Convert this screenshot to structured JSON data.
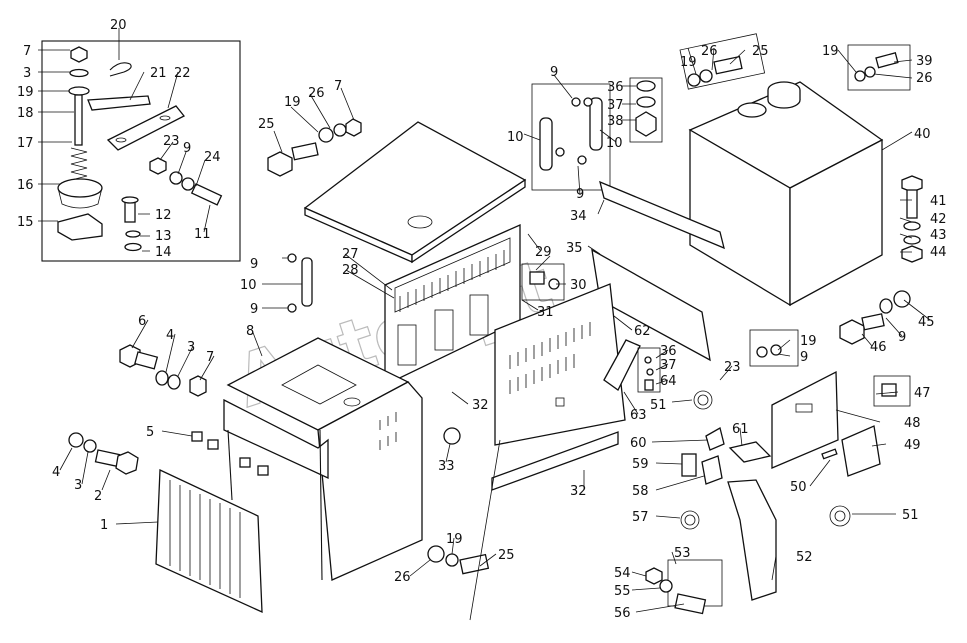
{
  "watermark": "Autoopt",
  "callouts": [
    {
      "id": "c7a",
      "text": "7"
    },
    {
      "id": "c3a",
      "text": "3"
    },
    {
      "id": "c19a",
      "text": "19"
    },
    {
      "id": "c18",
      "text": "18"
    },
    {
      "id": "c17",
      "text": "17"
    },
    {
      "id": "c16",
      "text": "16"
    },
    {
      "id": "c15",
      "text": "15"
    },
    {
      "id": "c20",
      "text": "20"
    },
    {
      "id": "c21",
      "text": "21"
    },
    {
      "id": "c22",
      "text": "22"
    },
    {
      "id": "c23a",
      "text": "23"
    },
    {
      "id": "c9a",
      "text": "9"
    },
    {
      "id": "c24",
      "text": "24"
    },
    {
      "id": "c11",
      "text": "11"
    },
    {
      "id": "c12",
      "text": "12"
    },
    {
      "id": "c13",
      "text": "13"
    },
    {
      "id": "c14",
      "text": "14"
    },
    {
      "id": "c25a",
      "text": "25"
    },
    {
      "id": "c19b",
      "text": "19"
    },
    {
      "id": "c26a",
      "text": "26"
    },
    {
      "id": "c7b",
      "text": "7"
    },
    {
      "id": "c9b",
      "text": "9"
    },
    {
      "id": "c10a",
      "text": "10"
    },
    {
      "id": "c9c",
      "text": "9"
    },
    {
      "id": "c27",
      "text": "27"
    },
    {
      "id": "c28",
      "text": "28"
    },
    {
      "id": "c9d",
      "text": "9"
    },
    {
      "id": "c10b",
      "text": "10"
    },
    {
      "id": "c10c",
      "text": "10"
    },
    {
      "id": "c9e",
      "text": "9"
    },
    {
      "id": "c36a",
      "text": "36"
    },
    {
      "id": "c37a",
      "text": "37"
    },
    {
      "id": "c38",
      "text": "38"
    },
    {
      "id": "c19c",
      "text": "19"
    },
    {
      "id": "c26b",
      "text": "26"
    },
    {
      "id": "c25b",
      "text": "25"
    },
    {
      "id": "c19d",
      "text": "19"
    },
    {
      "id": "c39",
      "text": "39"
    },
    {
      "id": "c26c",
      "text": "26"
    },
    {
      "id": "c40",
      "text": "40"
    },
    {
      "id": "c34",
      "text": "34"
    },
    {
      "id": "c41",
      "text": "41"
    },
    {
      "id": "c42",
      "text": "42"
    },
    {
      "id": "c43",
      "text": "43"
    },
    {
      "id": "c44",
      "text": "44"
    },
    {
      "id": "c35",
      "text": "35"
    },
    {
      "id": "c29",
      "text": "29"
    },
    {
      "id": "c30",
      "text": "30"
    },
    {
      "id": "c31",
      "text": "31"
    },
    {
      "id": "c62",
      "text": "62"
    },
    {
      "id": "c45",
      "text": "45"
    },
    {
      "id": "c9f",
      "text": "9"
    },
    {
      "id": "c46",
      "text": "46"
    },
    {
      "id": "c19e",
      "text": "19"
    },
    {
      "id": "c9g",
      "text": "9"
    },
    {
      "id": "c23b",
      "text": "23"
    },
    {
      "id": "c36b",
      "text": "36"
    },
    {
      "id": "c37b",
      "text": "37"
    },
    {
      "id": "c64",
      "text": "64"
    },
    {
      "id": "c51a",
      "text": "51"
    },
    {
      "id": "c63",
      "text": "63"
    },
    {
      "id": "c47",
      "text": "47"
    },
    {
      "id": "c48",
      "text": "48"
    },
    {
      "id": "c49",
      "text": "49"
    },
    {
      "id": "c6",
      "text": "6"
    },
    {
      "id": "c4a",
      "text": "4"
    },
    {
      "id": "c3b",
      "text": "3"
    },
    {
      "id": "c7c",
      "text": "7"
    },
    {
      "id": "c8",
      "text": "8"
    },
    {
      "id": "c32a",
      "text": "32"
    },
    {
      "id": "c5",
      "text": "5"
    },
    {
      "id": "c33",
      "text": "33"
    },
    {
      "id": "c60",
      "text": "60"
    },
    {
      "id": "c61",
      "text": "61"
    },
    {
      "id": "c59",
      "text": "59"
    },
    {
      "id": "c58",
      "text": "58"
    },
    {
      "id": "c50",
      "text": "50"
    },
    {
      "id": "c51b",
      "text": "51"
    },
    {
      "id": "c57",
      "text": "57"
    },
    {
      "id": "c32b",
      "text": "32"
    },
    {
      "id": "c4b",
      "text": "4"
    },
    {
      "id": "c3c",
      "text": "3"
    },
    {
      "id": "c2",
      "text": "2"
    },
    {
      "id": "c1",
      "text": "1"
    },
    {
      "id": "c19f",
      "text": "19"
    },
    {
      "id": "c26d",
      "text": "26"
    },
    {
      "id": "c25c",
      "text": "25"
    },
    {
      "id": "c53",
      "text": "53"
    },
    {
      "id": "c52",
      "text": "52"
    },
    {
      "id": "c54",
      "text": "54"
    },
    {
      "id": "c55",
      "text": "55"
    },
    {
      "id": "c56",
      "text": "56"
    }
  ]
}
